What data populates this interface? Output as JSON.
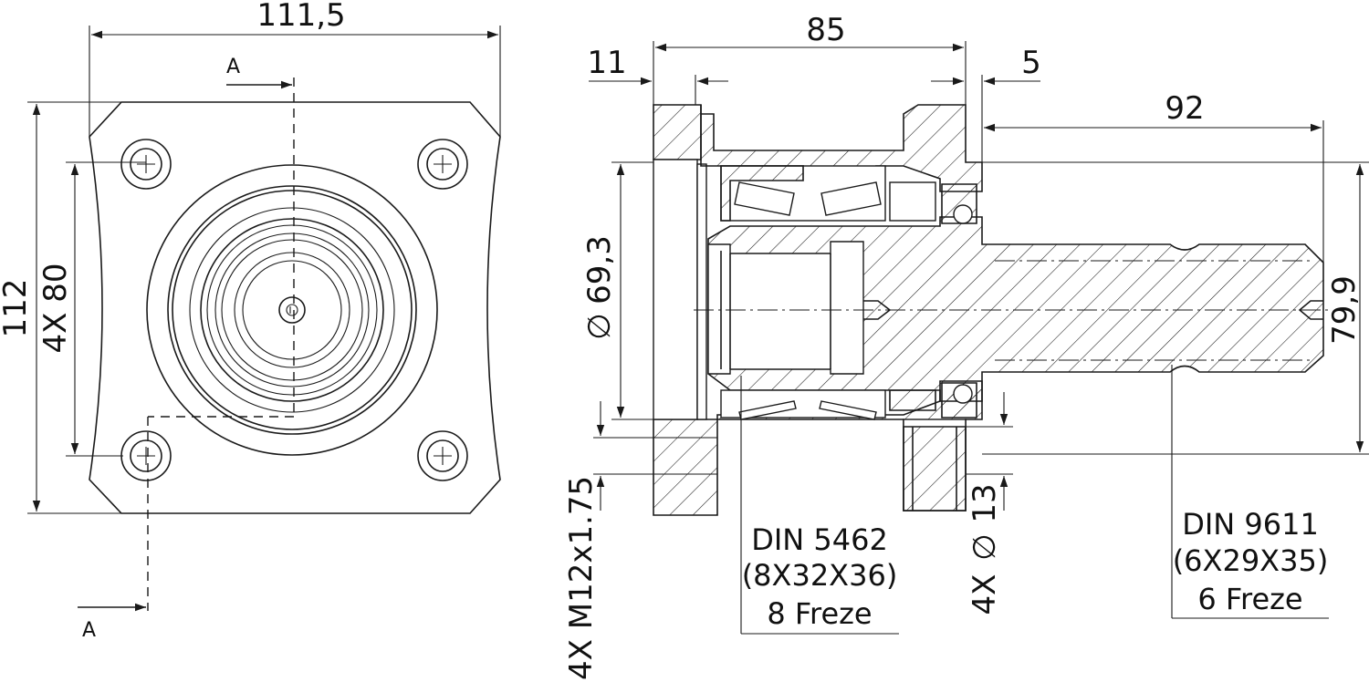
{
  "dimensions": {
    "width_top": "111,5",
    "height_left": "112",
    "bolt_spacing": "4X 80",
    "flange_length": "85",
    "flange_thickness": "11",
    "gap": "5",
    "shaft_length": "92",
    "diameter_left": "69,3",
    "shaft_height": "79,9",
    "hole_diameter": "13",
    "hole_count": "4X",
    "thread": "4X M12x1.75"
  },
  "symbols": {
    "diameter": "∅"
  },
  "section_label": "A",
  "notes": {
    "spline_left": [
      "DIN 5462",
      "(8X32X36)",
      "8 Freze"
    ],
    "spline_right": [
      "DIN 9611",
      "(6X29X35)",
      "6 Freze"
    ]
  }
}
